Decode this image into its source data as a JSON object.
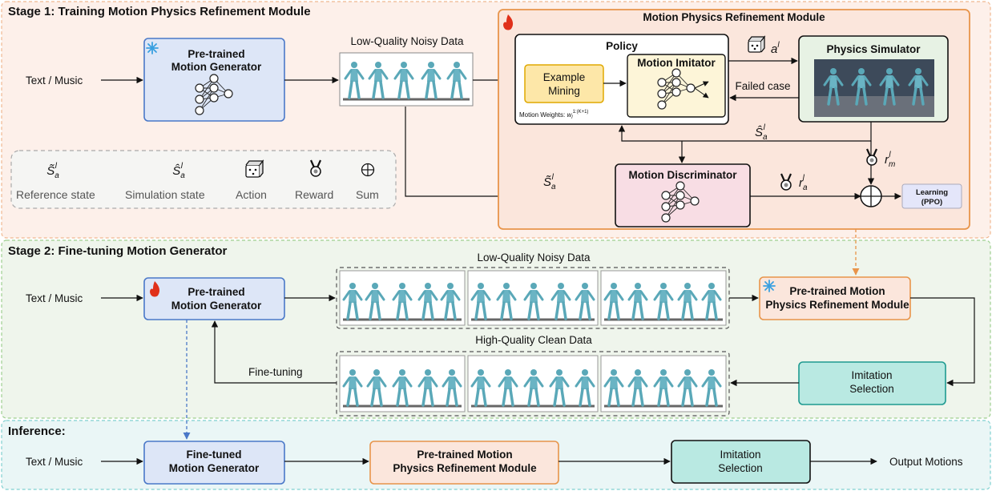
{
  "stage1": {
    "title": "Stage 1: Training Motion Physics Refinement Module",
    "input": "Text / Music",
    "generator": {
      "line1": "Pre-trained",
      "line2": "Motion Generator"
    },
    "noisy_data": "Low-Quality Noisy Data",
    "module_title": "Motion Physics Refinement Module",
    "policy": "Policy",
    "example_mining": {
      "line1": "Example",
      "line2": "Mining"
    },
    "motion_imitator": "Motion Imitator",
    "motion_weights": "Motion Weights:",
    "motion_weights_sym": "w",
    "motion_weights_sub": "l",
    "motion_weights_sup": "1:(K+1)",
    "physics_simulator": "Physics Simulator",
    "failed_case": "Failed case",
    "action_sym": "a",
    "action_sup": "l",
    "sim_state_sym": "Ŝ",
    "ref_state_sym": "S̃",
    "state_sub": "a",
    "state_sup": "l",
    "discriminator": "Motion Discriminator",
    "reward_d_sym": "r",
    "reward_d_sub": "a",
    "reward_m_sym": "r",
    "reward_m_sub": "m",
    "reward_sup": "l",
    "learning": {
      "line1": "Learning",
      "line2": "(PPO)"
    },
    "legend": {
      "reference": "Reference state",
      "simulation": "Simulation state",
      "action": "Action",
      "reward": "Reward",
      "sum": "Sum"
    }
  },
  "stage2": {
    "title": "Stage 2: Fine-tuning Motion Generator",
    "input": "Text / Music",
    "generator": {
      "line1": "Pre-trained",
      "line2": "Motion Generator"
    },
    "noisy_data": "Low-Quality Noisy Data",
    "clean_data": "High-Quality Clean Data",
    "refine": {
      "line1": "Pre-trained Motion",
      "line2": "Physics Refinement Module"
    },
    "selection": {
      "line1": "Imitation",
      "line2": "Selection"
    },
    "finetune": "Fine-tuning"
  },
  "inference": {
    "title": "Inference:",
    "input": "Text / Music",
    "generator": {
      "line1": "Fine-tuned",
      "line2": "Motion Generator"
    },
    "refine": {
      "line1": "Pre-trained Motion",
      "line2": "Physics Refinement Module"
    },
    "selection": {
      "line1": "Imitation",
      "line2": "Selection"
    },
    "output": "Output Motions"
  },
  "colors": {
    "stage1_bg": "#fdf0ea",
    "stage2_bg": "#eff5ec",
    "inference_bg": "#eaf6f6",
    "generator_fill": "#dde6f7",
    "generator_stroke": "#4a78c8",
    "refine_stroke": "#e8944a",
    "mining_fill": "#fde7a8",
    "imitator_fill": "#fdf5d8",
    "physics_fill": "#e7f2e4",
    "discriminator_fill": "#f8dde4",
    "selection_fill": "#b9e9e2",
    "learning_fill": "#e4e6fa"
  }
}
